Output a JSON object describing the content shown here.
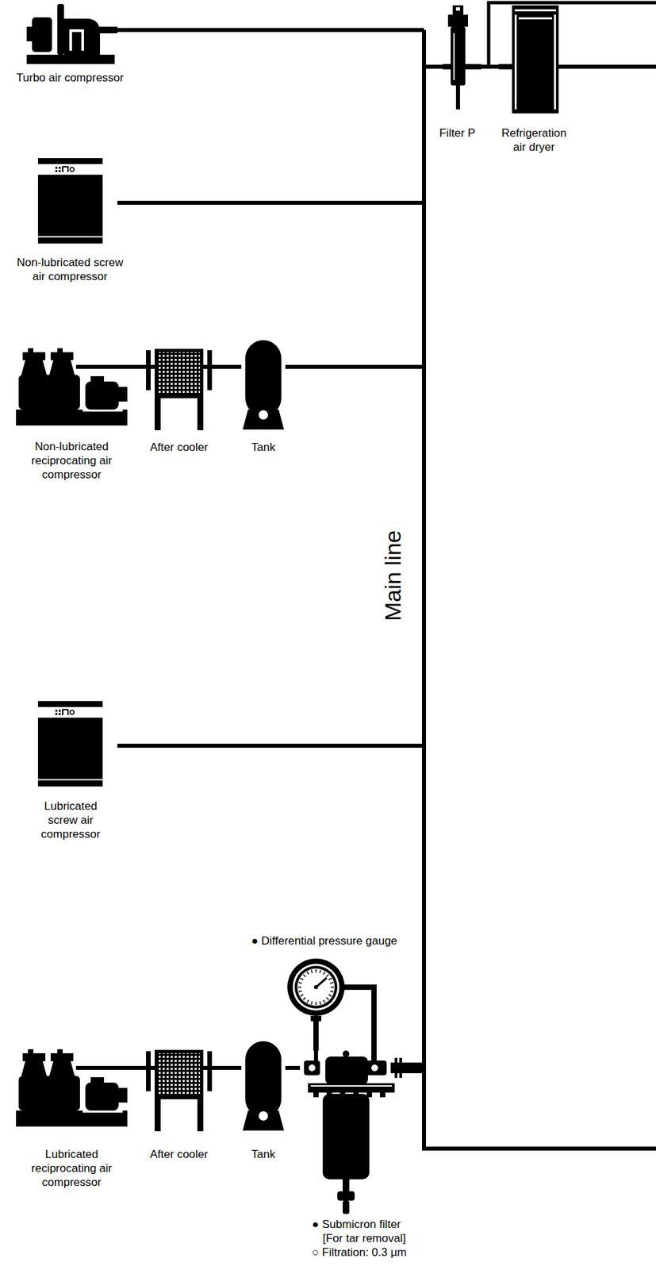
{
  "diagram": {
    "nodes": [
      {
        "text": [
          "Turbo air compressor"
        ]
      },
      {
        "text": [
          "Filter P"
        ]
      },
      {
        "text": [
          "Refrigeration air dryer"
        ]
      },
      {
        "text": [
          "Non-lubricated screw air compressor"
        ]
      },
      {
        "text": [
          "Non-lubricated reciprocating air compressor"
        ]
      },
      {
        "text": [
          "After cooler"
        ]
      },
      {
        "text": [
          "Tank"
        ]
      },
      {
        "text": [
          "Lubricated screw air compressor"
        ]
      },
      {
        "text": [
          "● Differential pressure gauge"
        ]
      },
      {
        "text": [
          "Lubricated reciprocating air compressor"
        ]
      },
      {
        "text": [
          "After cooler"
        ]
      },
      {
        "text": [
          "Tank"
        ]
      },
      {
        "text": [
          "● Submicron filter",
          "[For tar removal]",
          "○ Filtration: 0.3 µm"
        ]
      }
    ],
    "edges": [
      {
        "from": 1,
        "to": 2,
        "arrow": "none"
      },
      {
        "from": 4,
        "to": 5,
        "arrow": "none"
      },
      {
        "from": 5,
        "to": 6,
        "arrow": "none"
      },
      {
        "from": 9,
        "to": 10,
        "arrow": "none"
      },
      {
        "from": 10,
        "to": 11,
        "arrow": "none"
      },
      {
        "from": 11,
        "to": 12,
        "arrow": "none"
      },
      {
        "from": 8,
        "to": 12,
        "arrow": "none"
      }
    ],
    "labels": [
      "Main line"
    ]
  }
}
